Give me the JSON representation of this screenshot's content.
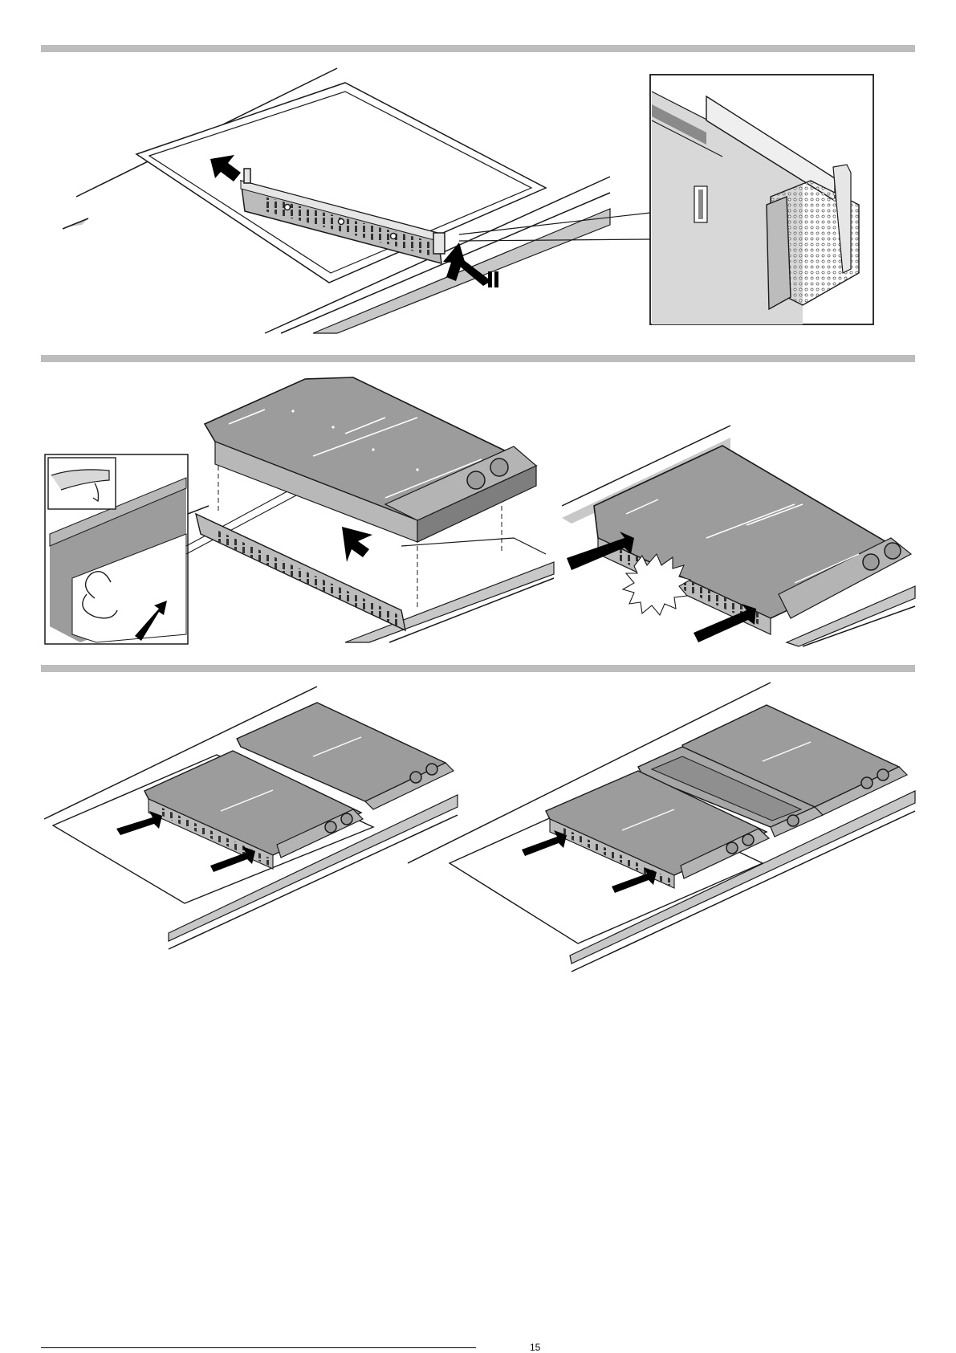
{
  "page": {
    "number": "15"
  },
  "colors": {
    "divider": "#bdbdbd",
    "hob_surface": "#9c9c9c",
    "hob_panel": "#b4b4b4",
    "counter_strip": "#c8c8c8",
    "zoom_background": "#d8d8d8",
    "line": "#1a1a1a",
    "arrow": "#000000"
  },
  "steps": [
    {
      "id": "step-1",
      "icons": [
        "mounting-rail-icon",
        "push-arrow-icon",
        "clip-detail-zoom-icon"
      ]
    },
    {
      "id": "step-2",
      "icons": [
        "hob-lowering-icon",
        "seal-detail-zoom-icon",
        "click-burst-icon"
      ]
    },
    {
      "id": "step-3",
      "icons": [
        "two-hobs-icon",
        "three-hobs-icon"
      ]
    }
  ]
}
